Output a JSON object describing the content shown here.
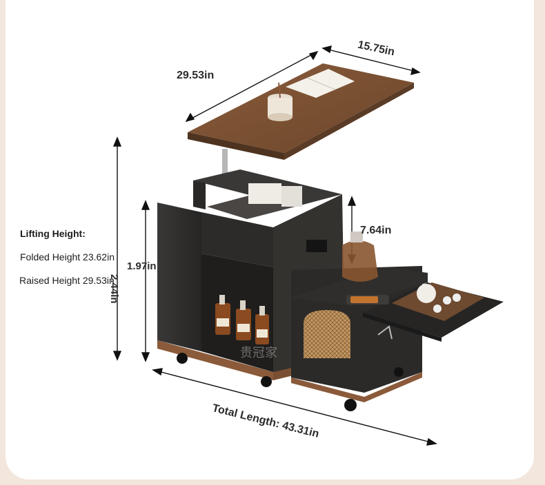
{
  "dimensions": {
    "width": "29.53in",
    "depth": "15.75in",
    "lift_stroke": "7.64in",
    "body_height": "1.97in",
    "overall_height": "2.44in",
    "total_length": "Total Length: 43.31in"
  },
  "specs": {
    "title": "Lifting Height:",
    "folded": "Folded Height 23.62in",
    "raised": "Raised Height 29.53in"
  },
  "watermark": "贵冠家",
  "colors": {
    "walnut": "#7a5236",
    "cabinet": "#2e2d2c",
    "accent_wood": "#8a5a3a",
    "rattan": "#b98c5a"
  }
}
